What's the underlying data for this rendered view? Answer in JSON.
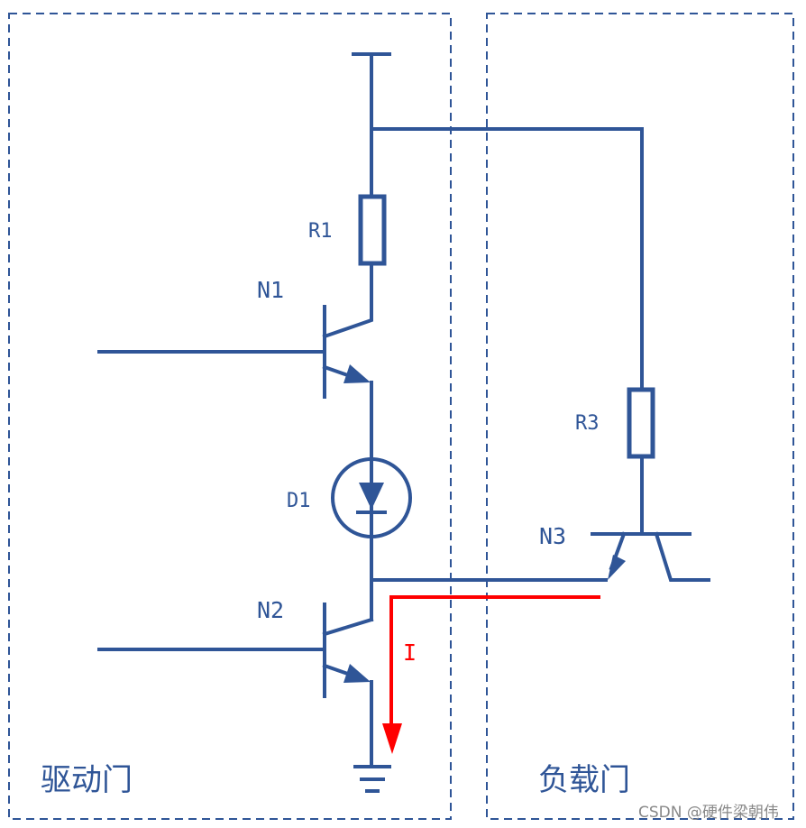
{
  "colors": {
    "circuit": "#2f5597",
    "current": "#ff0000",
    "watermark": "#888888"
  },
  "regions": {
    "driver_label": "驱动门",
    "load_label": "负载门"
  },
  "components": {
    "r1": "R1",
    "r3": "R3",
    "n1": "N1",
    "n2": "N2",
    "n3": "N3",
    "d1": "D1"
  },
  "current_label": "I",
  "watermark": "CSDN @硬件梁朝伟"
}
